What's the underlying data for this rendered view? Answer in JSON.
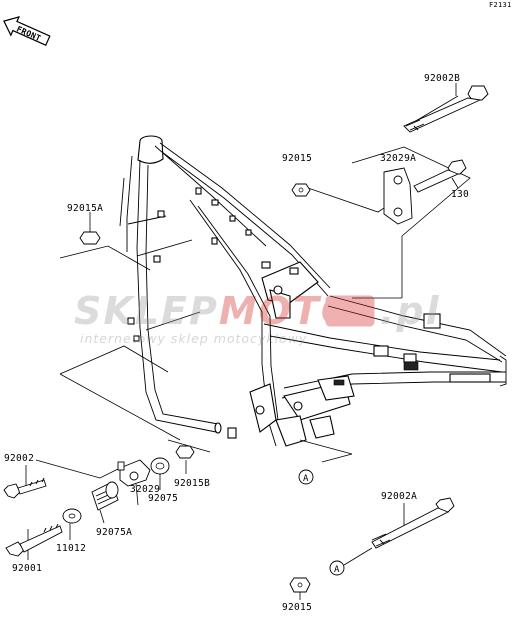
{
  "diagram": {
    "code": "F2131",
    "front_label": "FRONT",
    "labels": {
      "p92002B": "92002B",
      "p92015_top": "92015",
      "p32029A": "32029A",
      "p130": "130",
      "p92015A": "92015A",
      "p92002": "92002",
      "p92001": "92001",
      "p11012": "11012",
      "p92075A": "92075A",
      "p32029": "32029",
      "p92075": "92075",
      "p92015B": "92015B",
      "p92002A": "92002A",
      "p92015_bottom": "92015"
    },
    "reference_markers": [
      "A",
      "A"
    ],
    "watermark": {
      "brand_part1": "SKLEP",
      "brand_part2": "MOTO",
      "brand_part3": ".pl",
      "tagline": "internetowy sklep motocyklowy"
    }
  }
}
